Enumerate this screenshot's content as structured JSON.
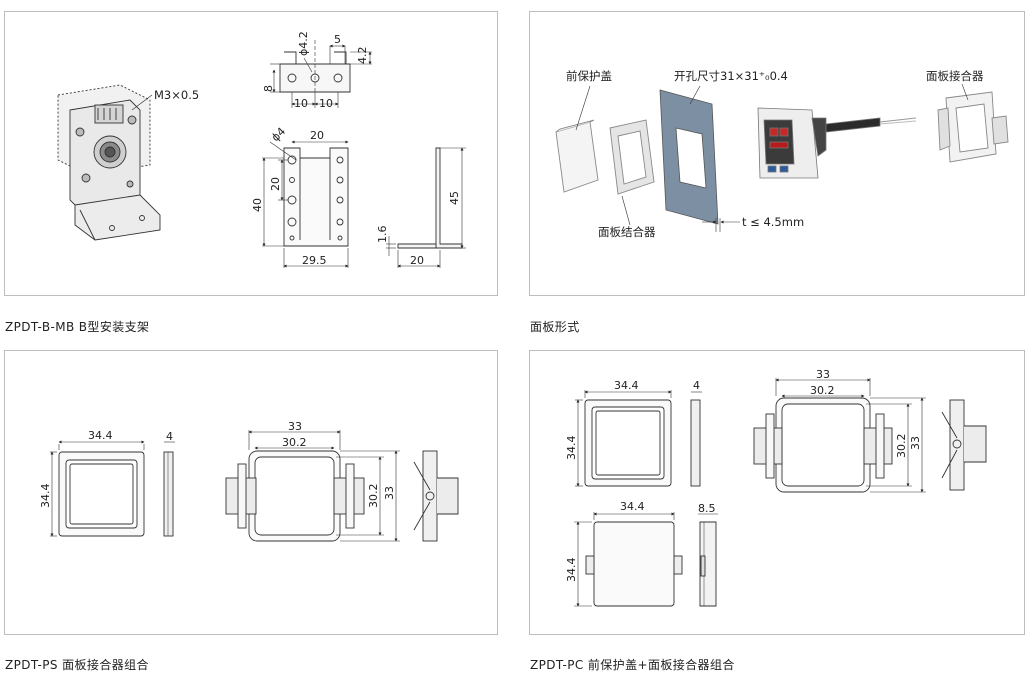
{
  "captions": {
    "mb": "ZPDT-B-MB  B型安装支架",
    "panel_mount": "面板形式",
    "ps": "ZPDT-PS  面板接合器组合",
    "pc": "ZPDT-PC  前保护盖+面板接合器组合"
  },
  "mb": {
    "thread": "M3×0.5",
    "d_hole_small": "ϕ4.2",
    "d_top_5": "5",
    "d_top_42": "4.2",
    "d_top_8": "8",
    "d_top_10a": "10",
    "d_top_10b": "10",
    "d_hole_large": "ϕ4",
    "d_front_20w": "20",
    "d_front_20h": "20",
    "d_front_40": "40",
    "d_front_295": "29.5",
    "d_side_45": "45",
    "d_side_16": "1.6",
    "d_side_20": "20"
  },
  "panel_mount": {
    "front_cover": "前保护盖",
    "cutout": "开孔尺寸31×31⁺₀0.4",
    "adapter_top": "面板接合器",
    "adapter_bottom": "面板结合器",
    "thickness": "t ≤ 4.5mm"
  },
  "ps": {
    "w": "34.4",
    "t": "4",
    "h": "34.4",
    "outer": "33",
    "inner": "30.2",
    "v_inner": "30.2",
    "v_outer": "33"
  },
  "pc": {
    "w1": "34.4",
    "t1": "4",
    "h1": "34.4",
    "outer": "33",
    "inner": "30.2",
    "v_inner": "30.2",
    "v_outer": "33",
    "w2": "34.4",
    "t2": "8.5",
    "h2": "34.4"
  }
}
